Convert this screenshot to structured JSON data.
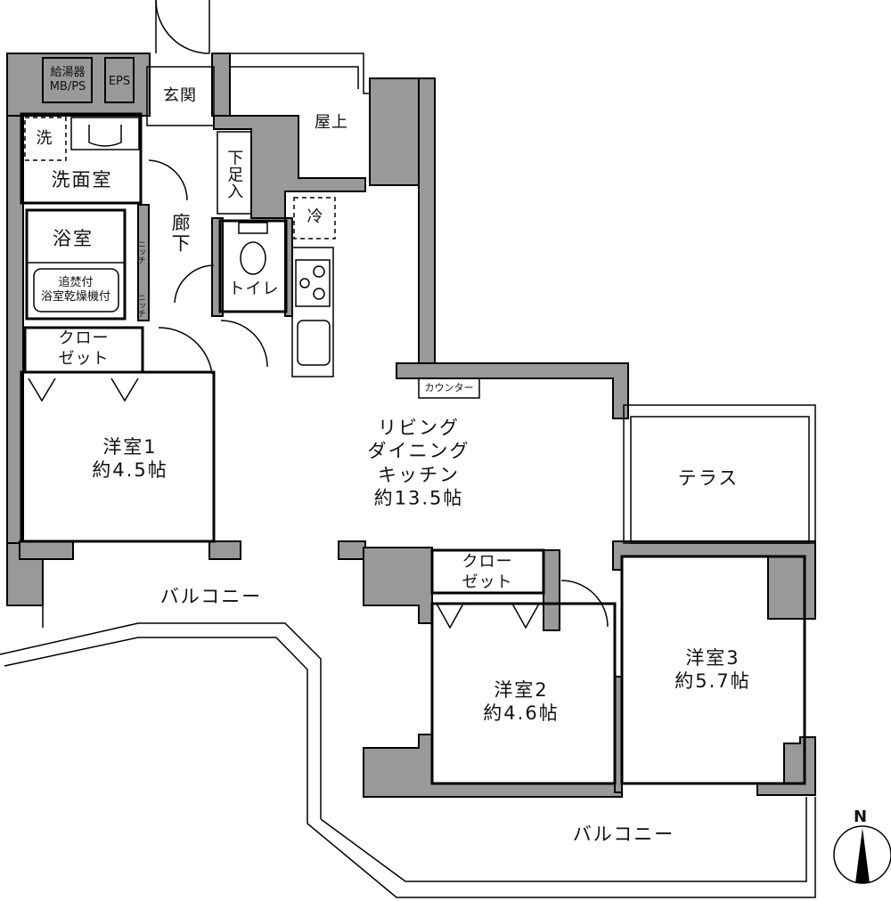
{
  "floor_plan": {
    "colors": {
      "wall": "#999999",
      "line": "#000000",
      "background": "#ffffff"
    },
    "rooms": {
      "entrance": "玄関",
      "rooftop": "屋上",
      "water_heater": [
        "給湯器",
        "MB/PS"
      ],
      "eps": "EPS",
      "washer": "洗",
      "washroom": "洗面室",
      "shoe_box": "下足入",
      "hallway": "廊下",
      "refrigerator": "冷",
      "bathroom": "浴室",
      "bath_features": [
        "追焚付",
        "浴室乾燥機付"
      ],
      "niche_1": "ニッチ",
      "niche_2": "ニッチ",
      "toilet": "トイレ",
      "closet_1": [
        "クロー",
        "ゼット"
      ],
      "counter": "カウンター",
      "ldk": {
        "name": [
          "リビング",
          "ダイニング",
          "キッチン"
        ],
        "size": "約13.5帖"
      },
      "western_1": {
        "name": "洋室1",
        "size": "約4.5帖"
      },
      "terrace": "テラス",
      "balcony_west": "バルコニー",
      "closet_2": [
        "クロー",
        "ゼット"
      ],
      "western_2": {
        "name": "洋室2",
        "size": "約4.6帖"
      },
      "western_3": {
        "name": "洋室3",
        "size": "約5.7帖"
      },
      "balcony_south": "バルコニー"
    },
    "compass": {
      "label": "N"
    }
  }
}
